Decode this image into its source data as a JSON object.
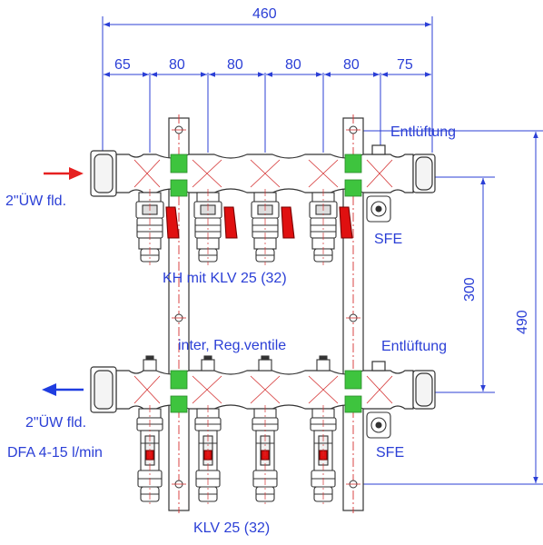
{
  "dimensions": {
    "total_width": "460",
    "spacing": [
      "65",
      "80",
      "80",
      "80",
      "80",
      "75"
    ],
    "height_inner": "300",
    "height_total": "490"
  },
  "labels": {
    "vent_top": "Entlüftung",
    "vent_bottom": "Entlüftung",
    "inlet": "2\"ÜW fld.",
    "outlet": "2\"ÜW fld.",
    "sfe_top": "SFE",
    "sfe_bottom": "SFE",
    "valves_top": "KH mit KLV 25 (32)",
    "valves_mid": "inter, Reg.ventile",
    "flow_meter": "DFA 4-15 l/min",
    "valves_bottom": "KLV 25 (32)"
  },
  "colors": {
    "dimension_blue": "#2b3fd6",
    "valve_red": "#e01010",
    "marker_green": "#3ec43e",
    "arrow_red": "#e62020",
    "arrow_blue": "#1f3de0",
    "centerline_red": "#d43030"
  }
}
